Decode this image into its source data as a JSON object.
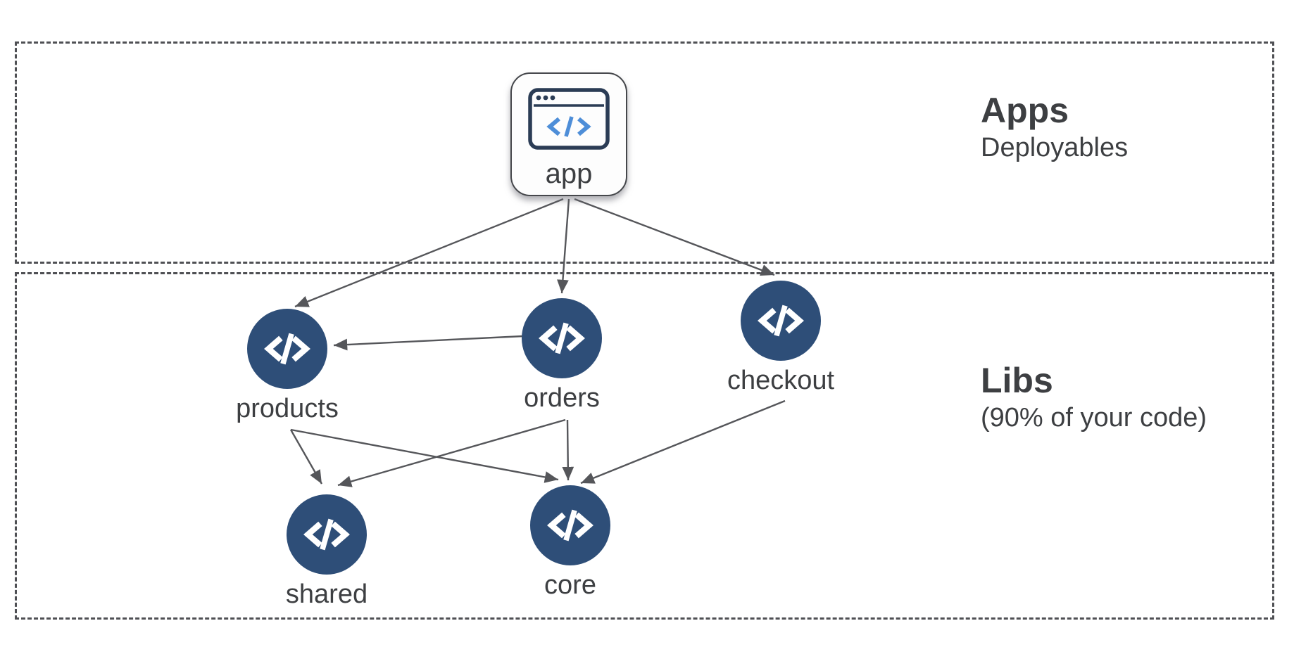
{
  "diagram": {
    "sections": [
      {
        "id": "apps",
        "title": "Apps",
        "subtitle": "Deployables"
      },
      {
        "id": "libs",
        "title": "Libs",
        "subtitle": "(90% of your code)"
      }
    ],
    "app_node": {
      "id": "app",
      "label": "app",
      "icon": "browser-code-icon"
    },
    "lib_nodes": [
      {
        "id": "products",
        "label": "products",
        "icon": "code-circle-icon"
      },
      {
        "id": "orders",
        "label": "orders",
        "icon": "code-circle-icon"
      },
      {
        "id": "checkout",
        "label": "checkout",
        "icon": "code-circle-icon"
      },
      {
        "id": "shared",
        "label": "shared",
        "icon": "code-circle-icon"
      },
      {
        "id": "core",
        "label": "core",
        "icon": "code-circle-icon"
      }
    ],
    "edges": [
      {
        "from": "app",
        "to": "products"
      },
      {
        "from": "app",
        "to": "orders"
      },
      {
        "from": "app",
        "to": "checkout"
      },
      {
        "from": "orders",
        "to": "products"
      },
      {
        "from": "products",
        "to": "shared"
      },
      {
        "from": "products",
        "to": "core"
      },
      {
        "from": "orders",
        "to": "shared"
      },
      {
        "from": "orders",
        "to": "core"
      },
      {
        "from": "checkout",
        "to": "core"
      }
    ],
    "colors": {
      "node_circle": "#2e4e78",
      "edge": "#55565a",
      "section_border": "#4f5054",
      "text": "#3d3f42",
      "browser_icon_navy": "#2b3c55",
      "browser_icon_blue": "#4e8ed8",
      "background": "#ffffff"
    }
  }
}
